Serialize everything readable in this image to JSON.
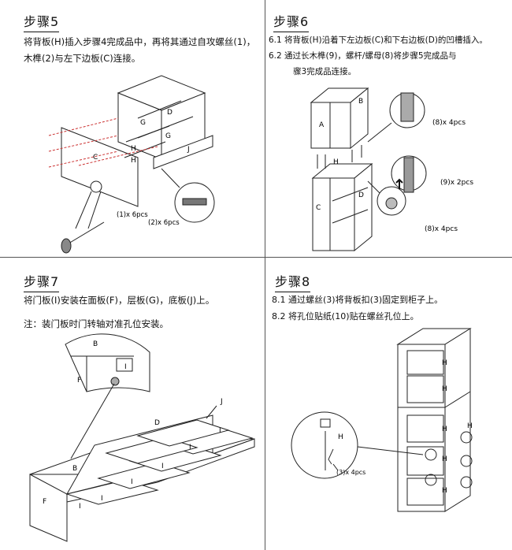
{
  "step5": {
    "title": "步骤5",
    "text": "将背板(H)插入步骤4完成品中，再将其通过自攻螺丝(1)，木榫(2)与左下边板(C)连接。",
    "labels": {
      "c": "C",
      "d": "D",
      "g1": "G",
      "g2": "G",
      "h": "H",
      "j": "J",
      "h2": "H"
    },
    "callout1": "(1)x 6pcs",
    "callout2": "(2)x 6pcs"
  },
  "step6": {
    "title": "步骤6",
    "line1": "6.1 将背板(H)沿着下左边板(C)和下右边板(D)的凹槽插入。",
    "line2": "6.2 通过长木榫(9)，螺杆/螺母(8)将步骤5完成品与",
    "line2b": "骤3完成品连接。",
    "labels": {
      "a": "A",
      "b": "B",
      "c": "C",
      "d": "D",
      "h": "H"
    },
    "callout1": "(8)x 4pcs",
    "callout2": "(9)x 2pcs",
    "callout3": "(8)x 4pcs"
  },
  "step7": {
    "title": "步骤7",
    "text": "将门板(I)安装在面板(F)，层板(G)，底板(J)上。",
    "note": "注：装门板时门转轴对准孔位安装。",
    "labels": {
      "b": "B",
      "i": "I",
      "f": "F",
      "j": "J",
      "d": "D",
      "b2": "B",
      "f2": "F",
      "i1": "I",
      "i2": "I",
      "i3": "I",
      "i4": "I",
      "i5": "I",
      "i6": "I"
    }
  },
  "step8": {
    "title": "步骤8",
    "line1": "8.1 通过螺丝(3)将背板扣(3)固定到柜子上。",
    "line2": "8.2 将孔位贴纸(10)贴在螺丝孔位上。",
    "labels": {
      "h": "H",
      "h1": "H",
      "h2": "H",
      "h3": "H",
      "h4": "H",
      "h5": "H",
      "h6": "H"
    },
    "callout": "(3)x 4pcs"
  }
}
